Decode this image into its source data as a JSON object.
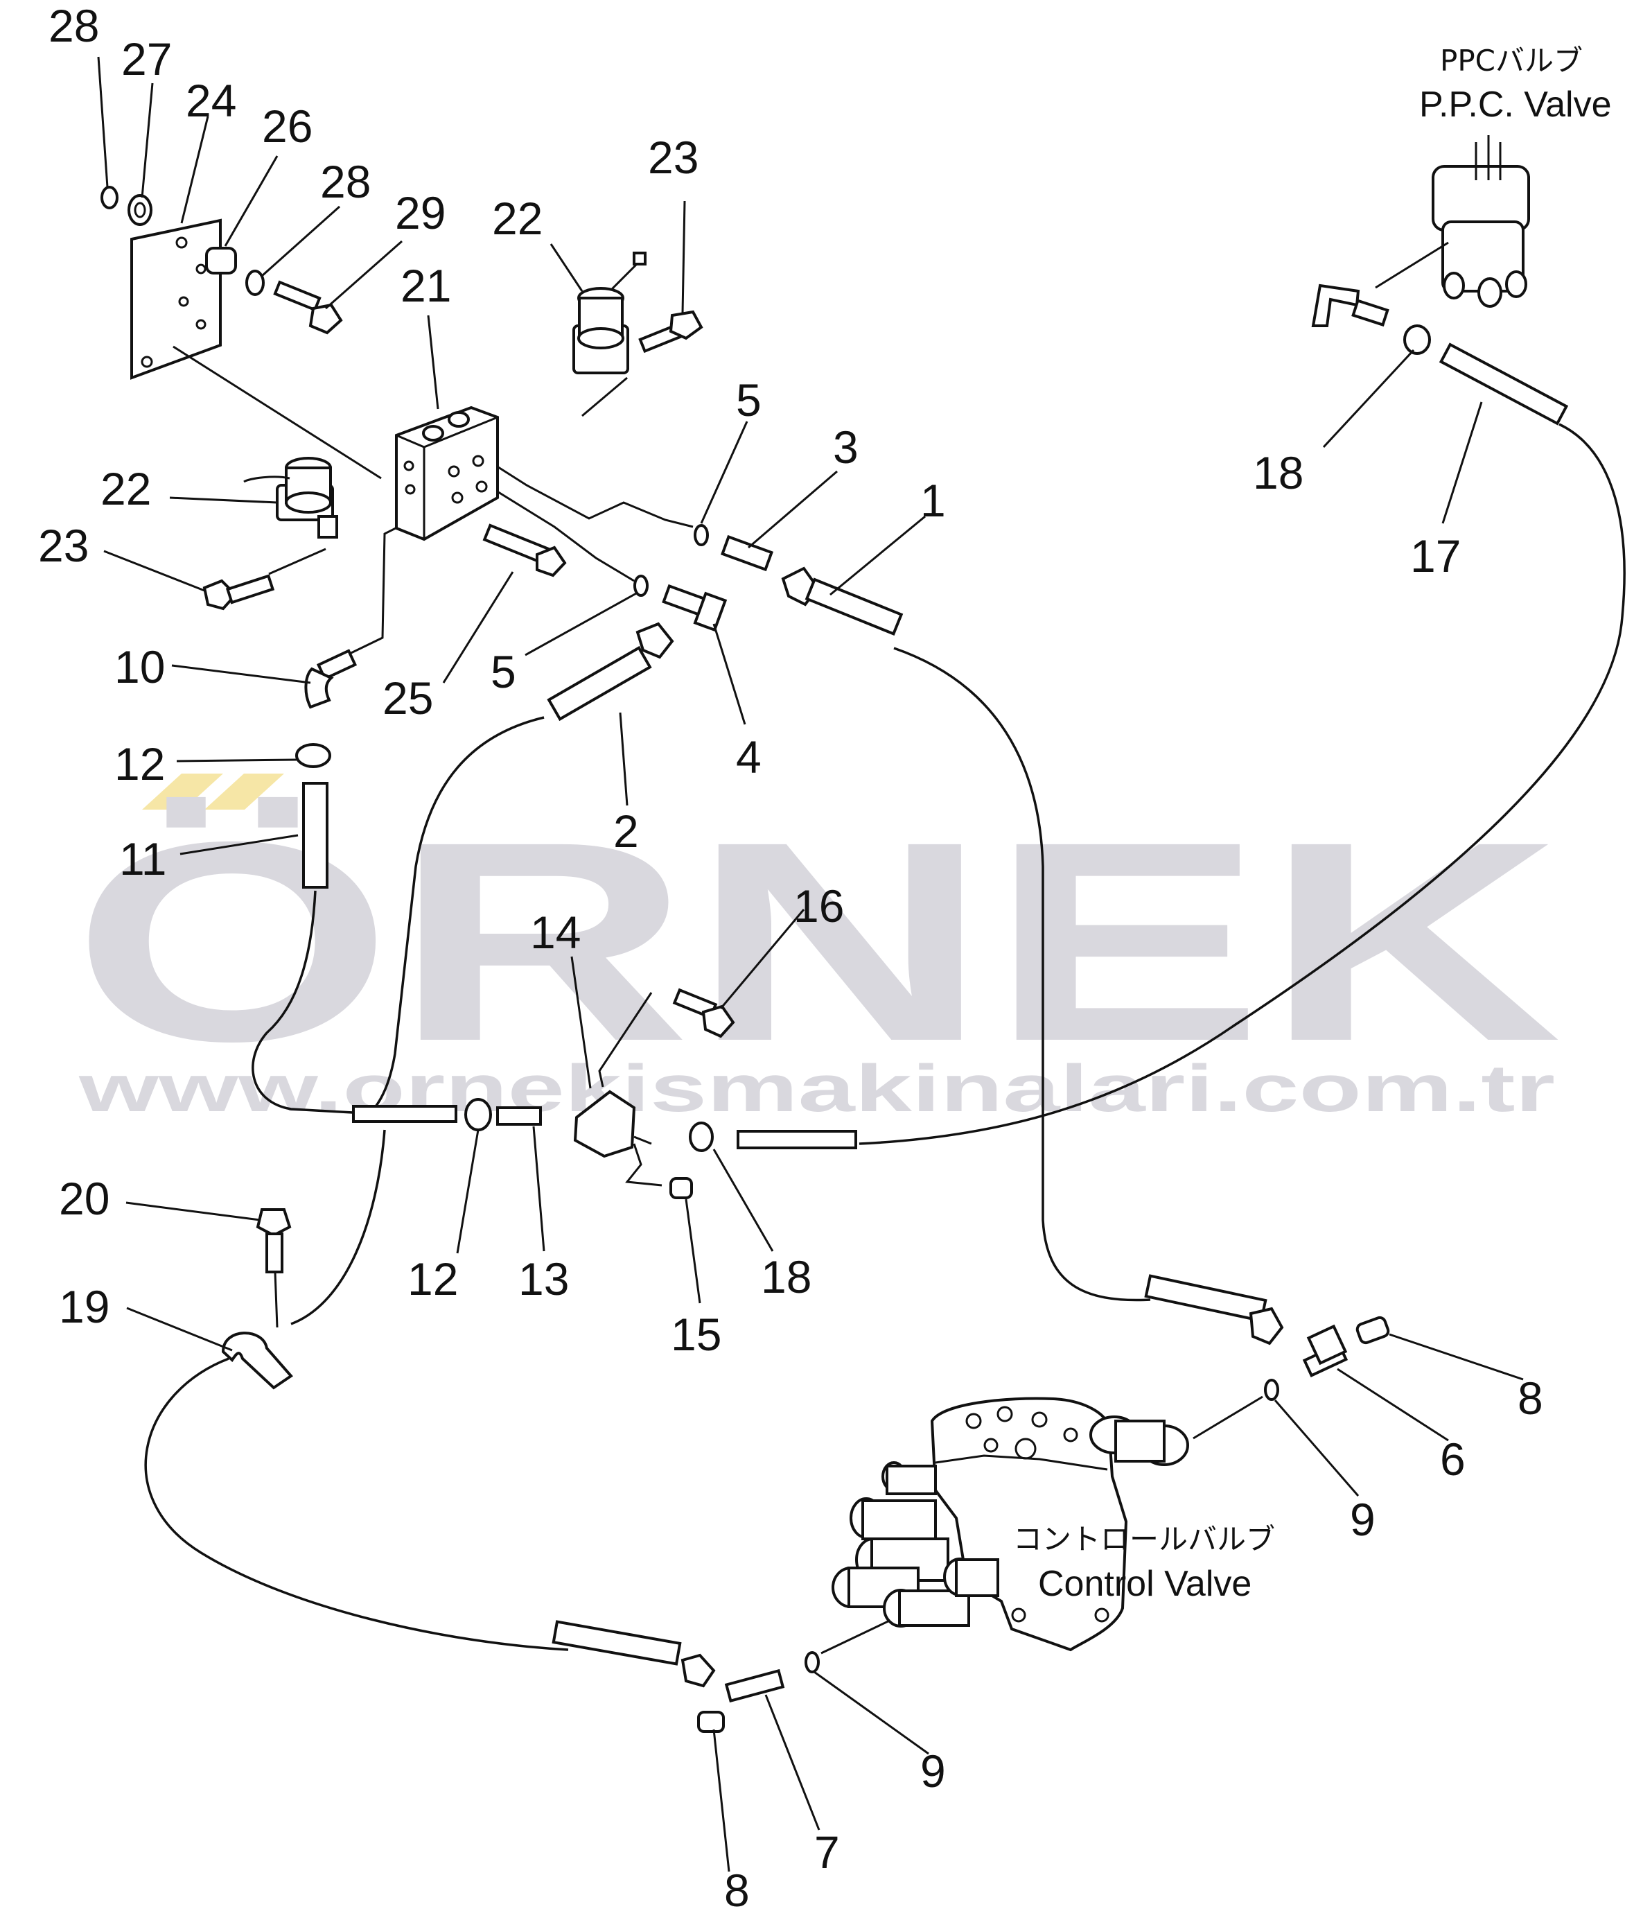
{
  "watermark": {
    "brand": "ÖRNEK",
    "url": "www.ornekismakinalari.com.tr",
    "text_color": "#d9d8de",
    "accent_color": "#f6e6a6"
  },
  "labels": {
    "ppc_valve_jp": "PPCバルブ",
    "ppc_valve_en": "P.P.C. Valve",
    "control_valve_jp": "コントロールバルブ",
    "control_valve_en": "Control Valve"
  },
  "callouts": [
    "28",
    "27",
    "24",
    "26",
    "28",
    "29",
    "21",
    "22",
    "23",
    "22",
    "23",
    "5",
    "3",
    "1",
    "5",
    "4",
    "25",
    "10",
    "12",
    "11",
    "2",
    "16",
    "14",
    "12",
    "13",
    "15",
    "18",
    "20",
    "19",
    "8",
    "6",
    "9",
    "9",
    "7",
    "8",
    "18",
    "17"
  ]
}
